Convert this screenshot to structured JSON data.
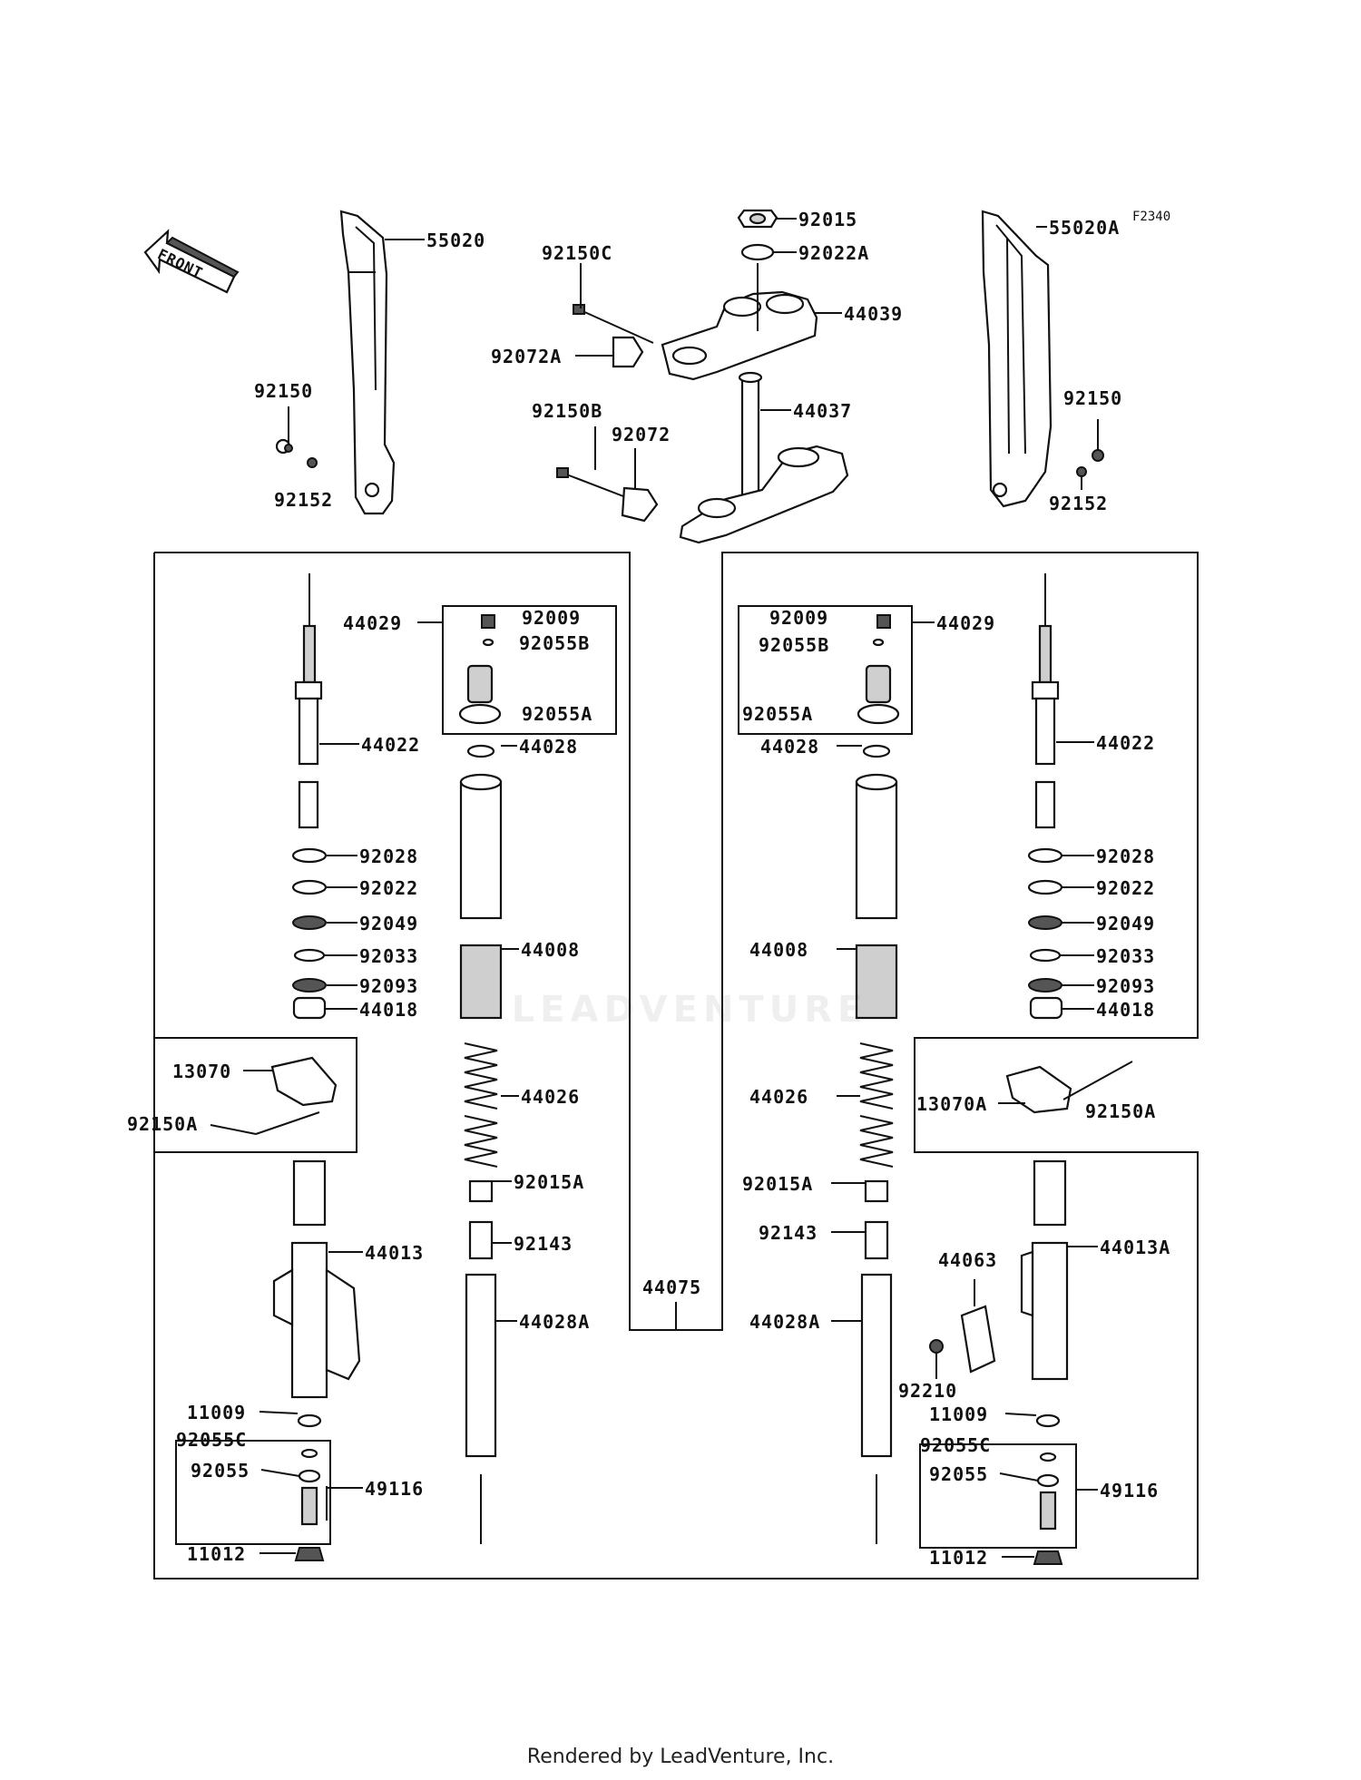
{
  "diagram_code": "F2340",
  "front_label": "FRONT",
  "footer": "Rendered by LeadVenture, Inc.",
  "watermark": "LEADVENTURE",
  "parts": {
    "top": [
      "55020",
      "55020A",
      "92150C",
      "92015",
      "92022A",
      "44039",
      "92072A",
      "44037",
      "92150B",
      "92072",
      "92150",
      "92152",
      "92150",
      "92152"
    ],
    "left_fork": [
      "44029",
      "92009",
      "92055B",
      "92055A",
      "44022",
      "44028",
      "92028",
      "92022",
      "92049",
      "92033",
      "92093",
      "44018",
      "44008",
      "13070",
      "92150A",
      "44026",
      "92015A",
      "92143",
      "44013",
      "44028A",
      "11009",
      "92055C",
      "92055",
      "49116",
      "11012"
    ],
    "center": "44075",
    "right_fork": [
      "92009",
      "44029",
      "92055B",
      "92055A",
      "44028",
      "44022",
      "92028",
      "92022",
      "92049",
      "92033",
      "92093",
      "44018",
      "44008",
      "13070A",
      "92150A",
      "44026",
      "92015A",
      "92143",
      "44063",
      "44013A",
      "44028A",
      "92210",
      "11009",
      "92055C",
      "92055",
      "49116",
      "11012"
    ]
  }
}
